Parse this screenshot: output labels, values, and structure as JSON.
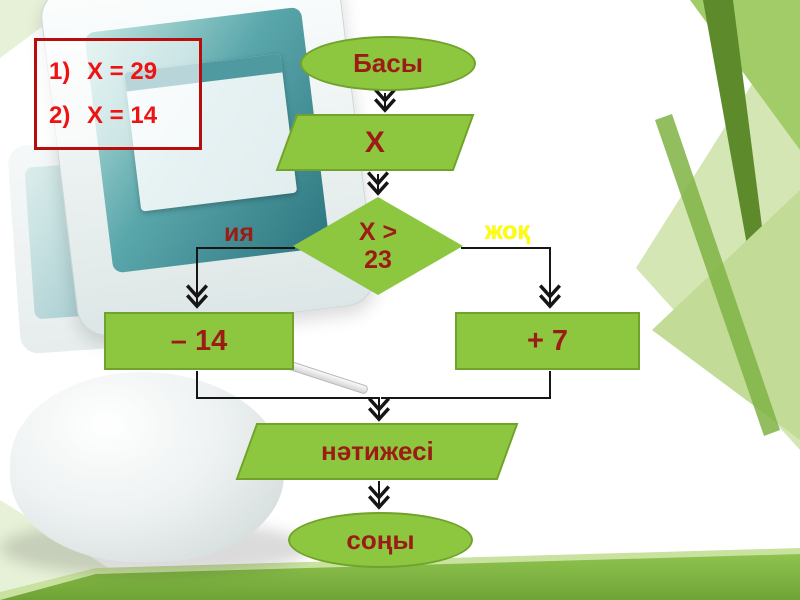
{
  "slide": {
    "note_box": {
      "items": [
        {
          "number": "1)",
          "text": "X = 29"
        },
        {
          "number": "2)",
          "text": "X = 14"
        }
      ]
    },
    "flowchart": {
      "start": "Басы",
      "input": "X",
      "decision_line1": "X >",
      "decision_line2": "23",
      "yes_label": "ия",
      "no_label": "жоқ",
      "subtract_box": "– 14",
      "add_box": "+ 7",
      "result": "нәтижесі",
      "end": "соңы"
    },
    "colors": {
      "shape_fill": "#8dc63f",
      "shape_border": "#72a22a",
      "shape_text": "#9b1c14",
      "yes_label_color": "#9b1c14",
      "no_label_color": "#ffff00",
      "note_text": "#ee1212",
      "note_border": "#b70d0d",
      "accent_green_dark": "#5d8a2b",
      "accent_green_light": "#d3e6b4"
    }
  }
}
